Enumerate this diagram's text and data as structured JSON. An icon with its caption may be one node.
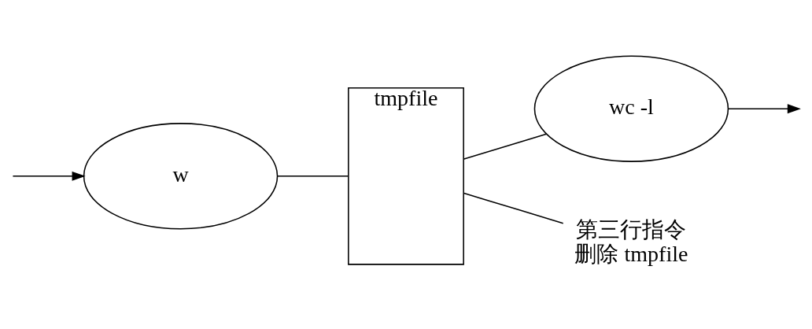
{
  "diagram": {
    "nodes": [
      {
        "text": [
          "w"
        ]
      },
      {
        "text": [
          "wc -l"
        ]
      },
      {
        "text": [
          "tmpfile"
        ]
      },
      {
        "text": [
          "第三行指令",
          "删除 tmpfile"
        ]
      }
    ],
    "edges": [
      {
        "from": null,
        "to": 0,
        "arrow": "to"
      },
      {
        "from": 0,
        "to": 2,
        "arrow": "none"
      },
      {
        "from": 2,
        "to": 1,
        "arrow": "none"
      },
      {
        "from": 1,
        "to": null,
        "arrow": "to"
      },
      {
        "from": 2,
        "to": 3,
        "arrow": "none"
      }
    ]
  }
}
